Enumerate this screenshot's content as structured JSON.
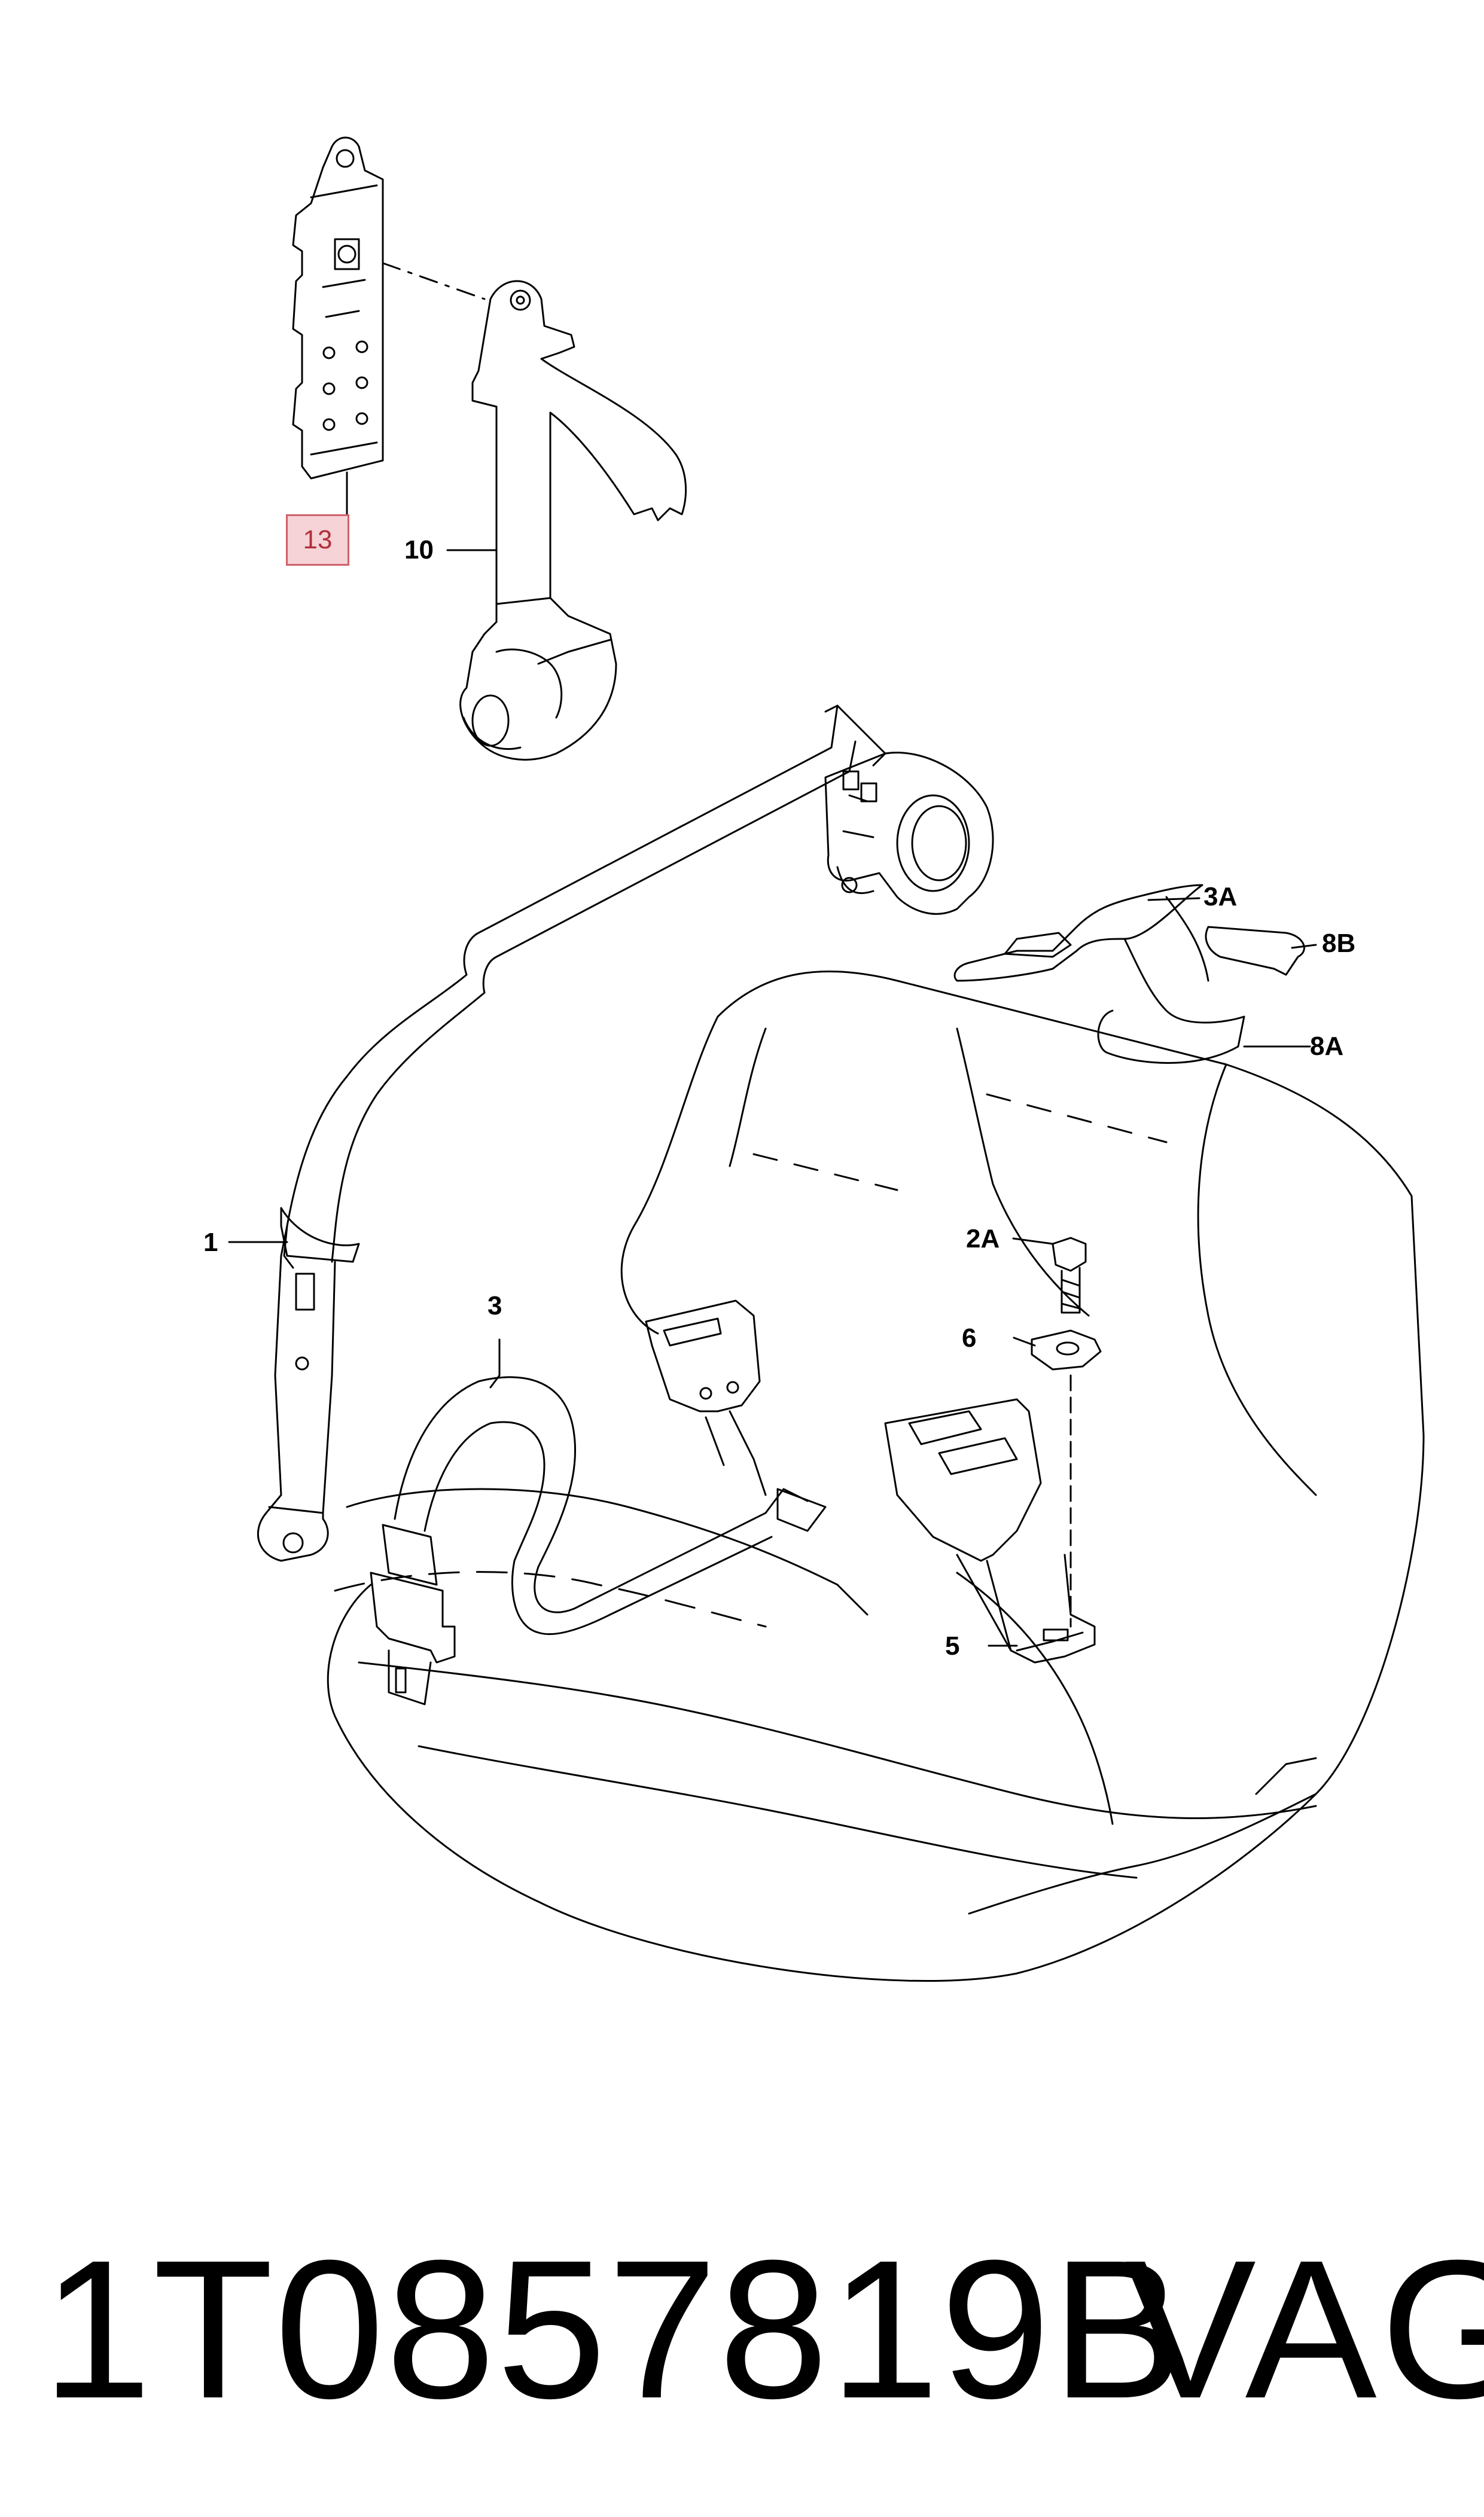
{
  "callouts": {
    "c1": "1",
    "c2a": "2A",
    "c3": "3",
    "c3a": "3A",
    "c5": "5",
    "c6": "6",
    "c8a": "8A",
    "c8b": "8B",
    "c10": "10",
    "c13": "13"
  },
  "footer": {
    "part_number": "1T0857819B",
    "brand": "VAG"
  },
  "colors": {
    "highlight_fill": "#f6d3d6",
    "highlight_border": "#d0606a",
    "line": "#000000"
  }
}
